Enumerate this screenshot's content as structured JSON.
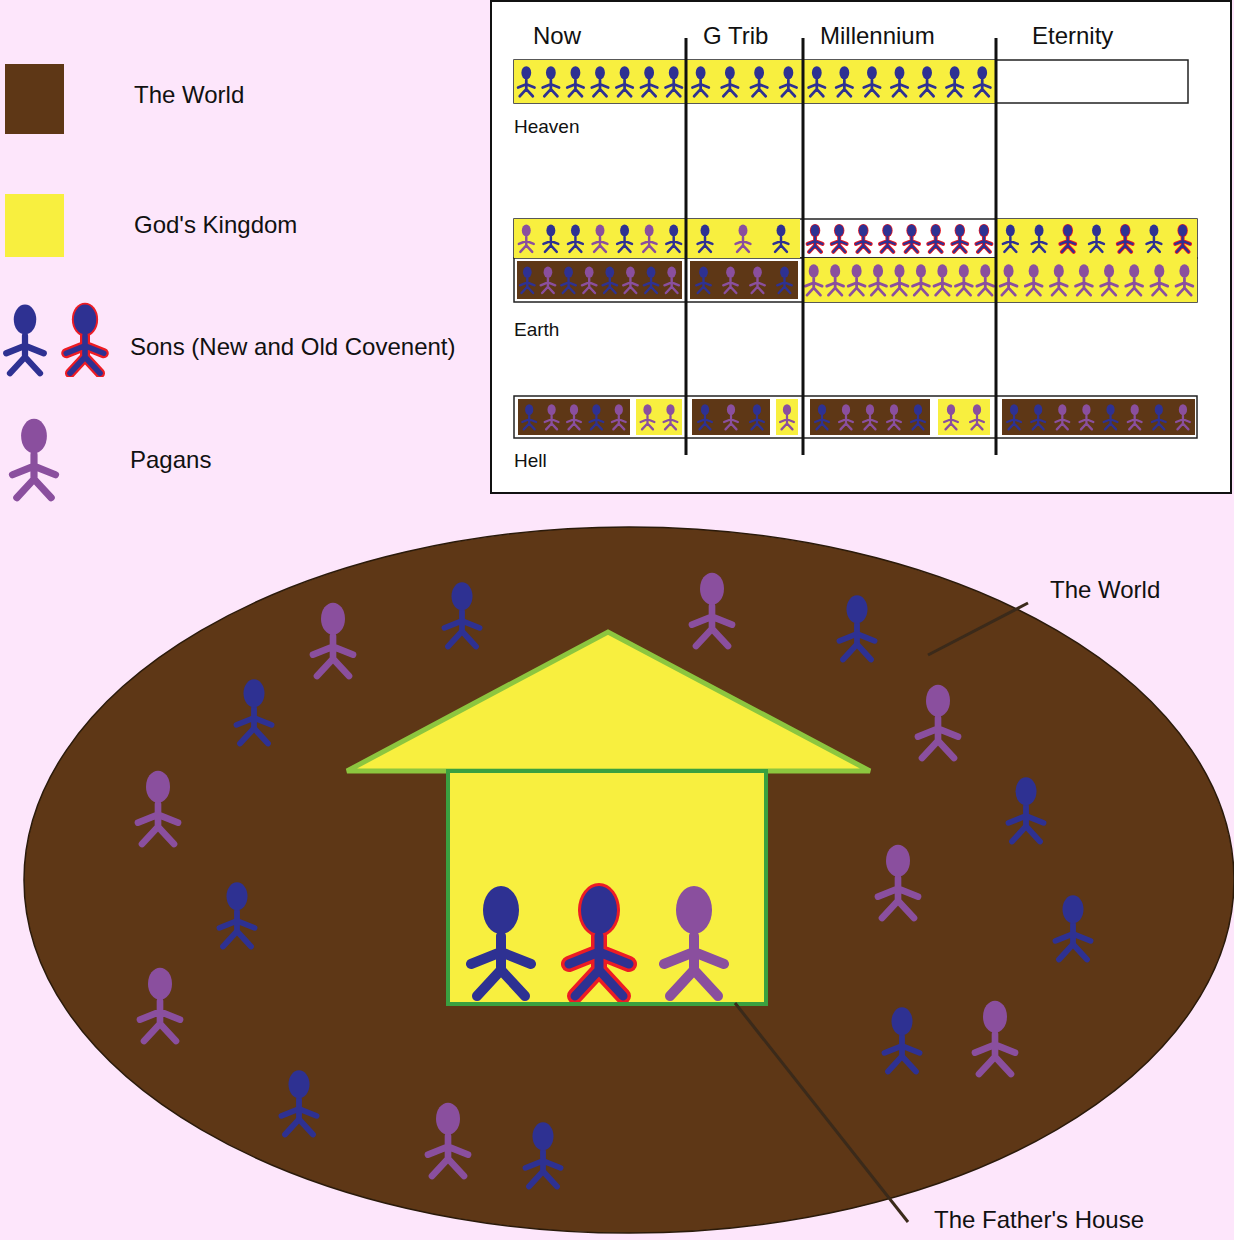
{
  "diagram": {
    "labels": [
      "Now",
      "G Trib",
      "Millennium",
      "Eternity",
      "Heaven",
      "Earth",
      "Hell",
      "The World",
      "The Father's House"
    ],
    "legend": [
      {
        "text": "The World",
        "color": "#5e3716"
      },
      {
        "text": "God's Kingdom",
        "color": "#f8ef3f"
      },
      {
        "text": "Sons (New and Old Covenent)"
      },
      {
        "text": "Pagans"
      }
    ]
  }
}
